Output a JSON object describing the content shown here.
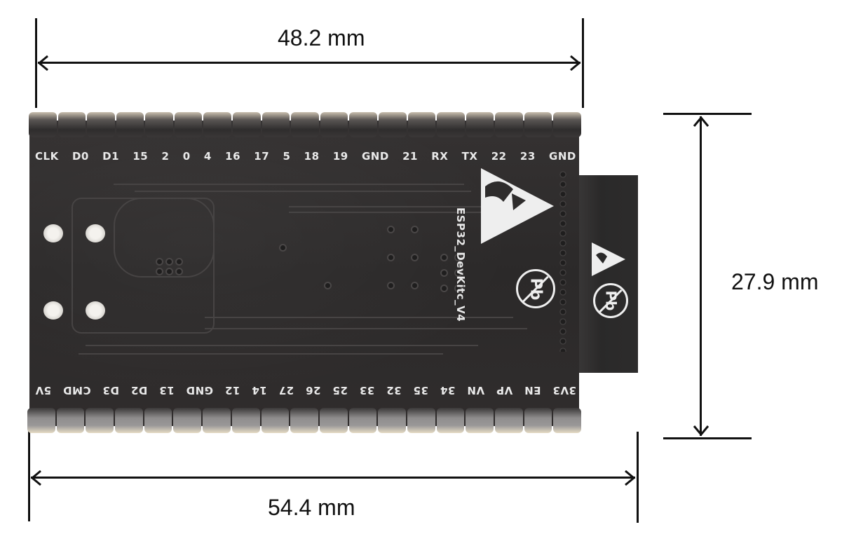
{
  "figure": {
    "subject": "ESP32-DevKitC V4 board (bottom view) with dimensions",
    "board_silkscreen": "ESP32_DevKitc_V4"
  },
  "dimensions": {
    "top_width": "48.2 mm",
    "height": "27.9 mm",
    "bottom_width": "54.4 mm"
  },
  "pins": {
    "top_row": [
      "CLK",
      "D0",
      "D1",
      "15",
      "2",
      "0",
      "4",
      "16",
      "17",
      "5",
      "18",
      "19",
      "GND",
      "21",
      "RX",
      "TX",
      "22",
      "23",
      "GND"
    ],
    "bottom_row": [
      "3V3",
      "EN",
      "VP",
      "VN",
      "34",
      "35",
      "32",
      "33",
      "25",
      "26",
      "27",
      "14",
      "12",
      "GND",
      "13",
      "D2",
      "D3",
      "CMD",
      "5V"
    ]
  },
  "icons": {
    "esd_warning": "esd-warning-icon",
    "lead_free": "lead-free-icon",
    "lead_free_text": "Pb"
  },
  "colors": {
    "pcb": "#2e2c2c",
    "silkscreen": "#e9e9e9",
    "dimension_lines": "#111111",
    "background": "#ffffff"
  }
}
